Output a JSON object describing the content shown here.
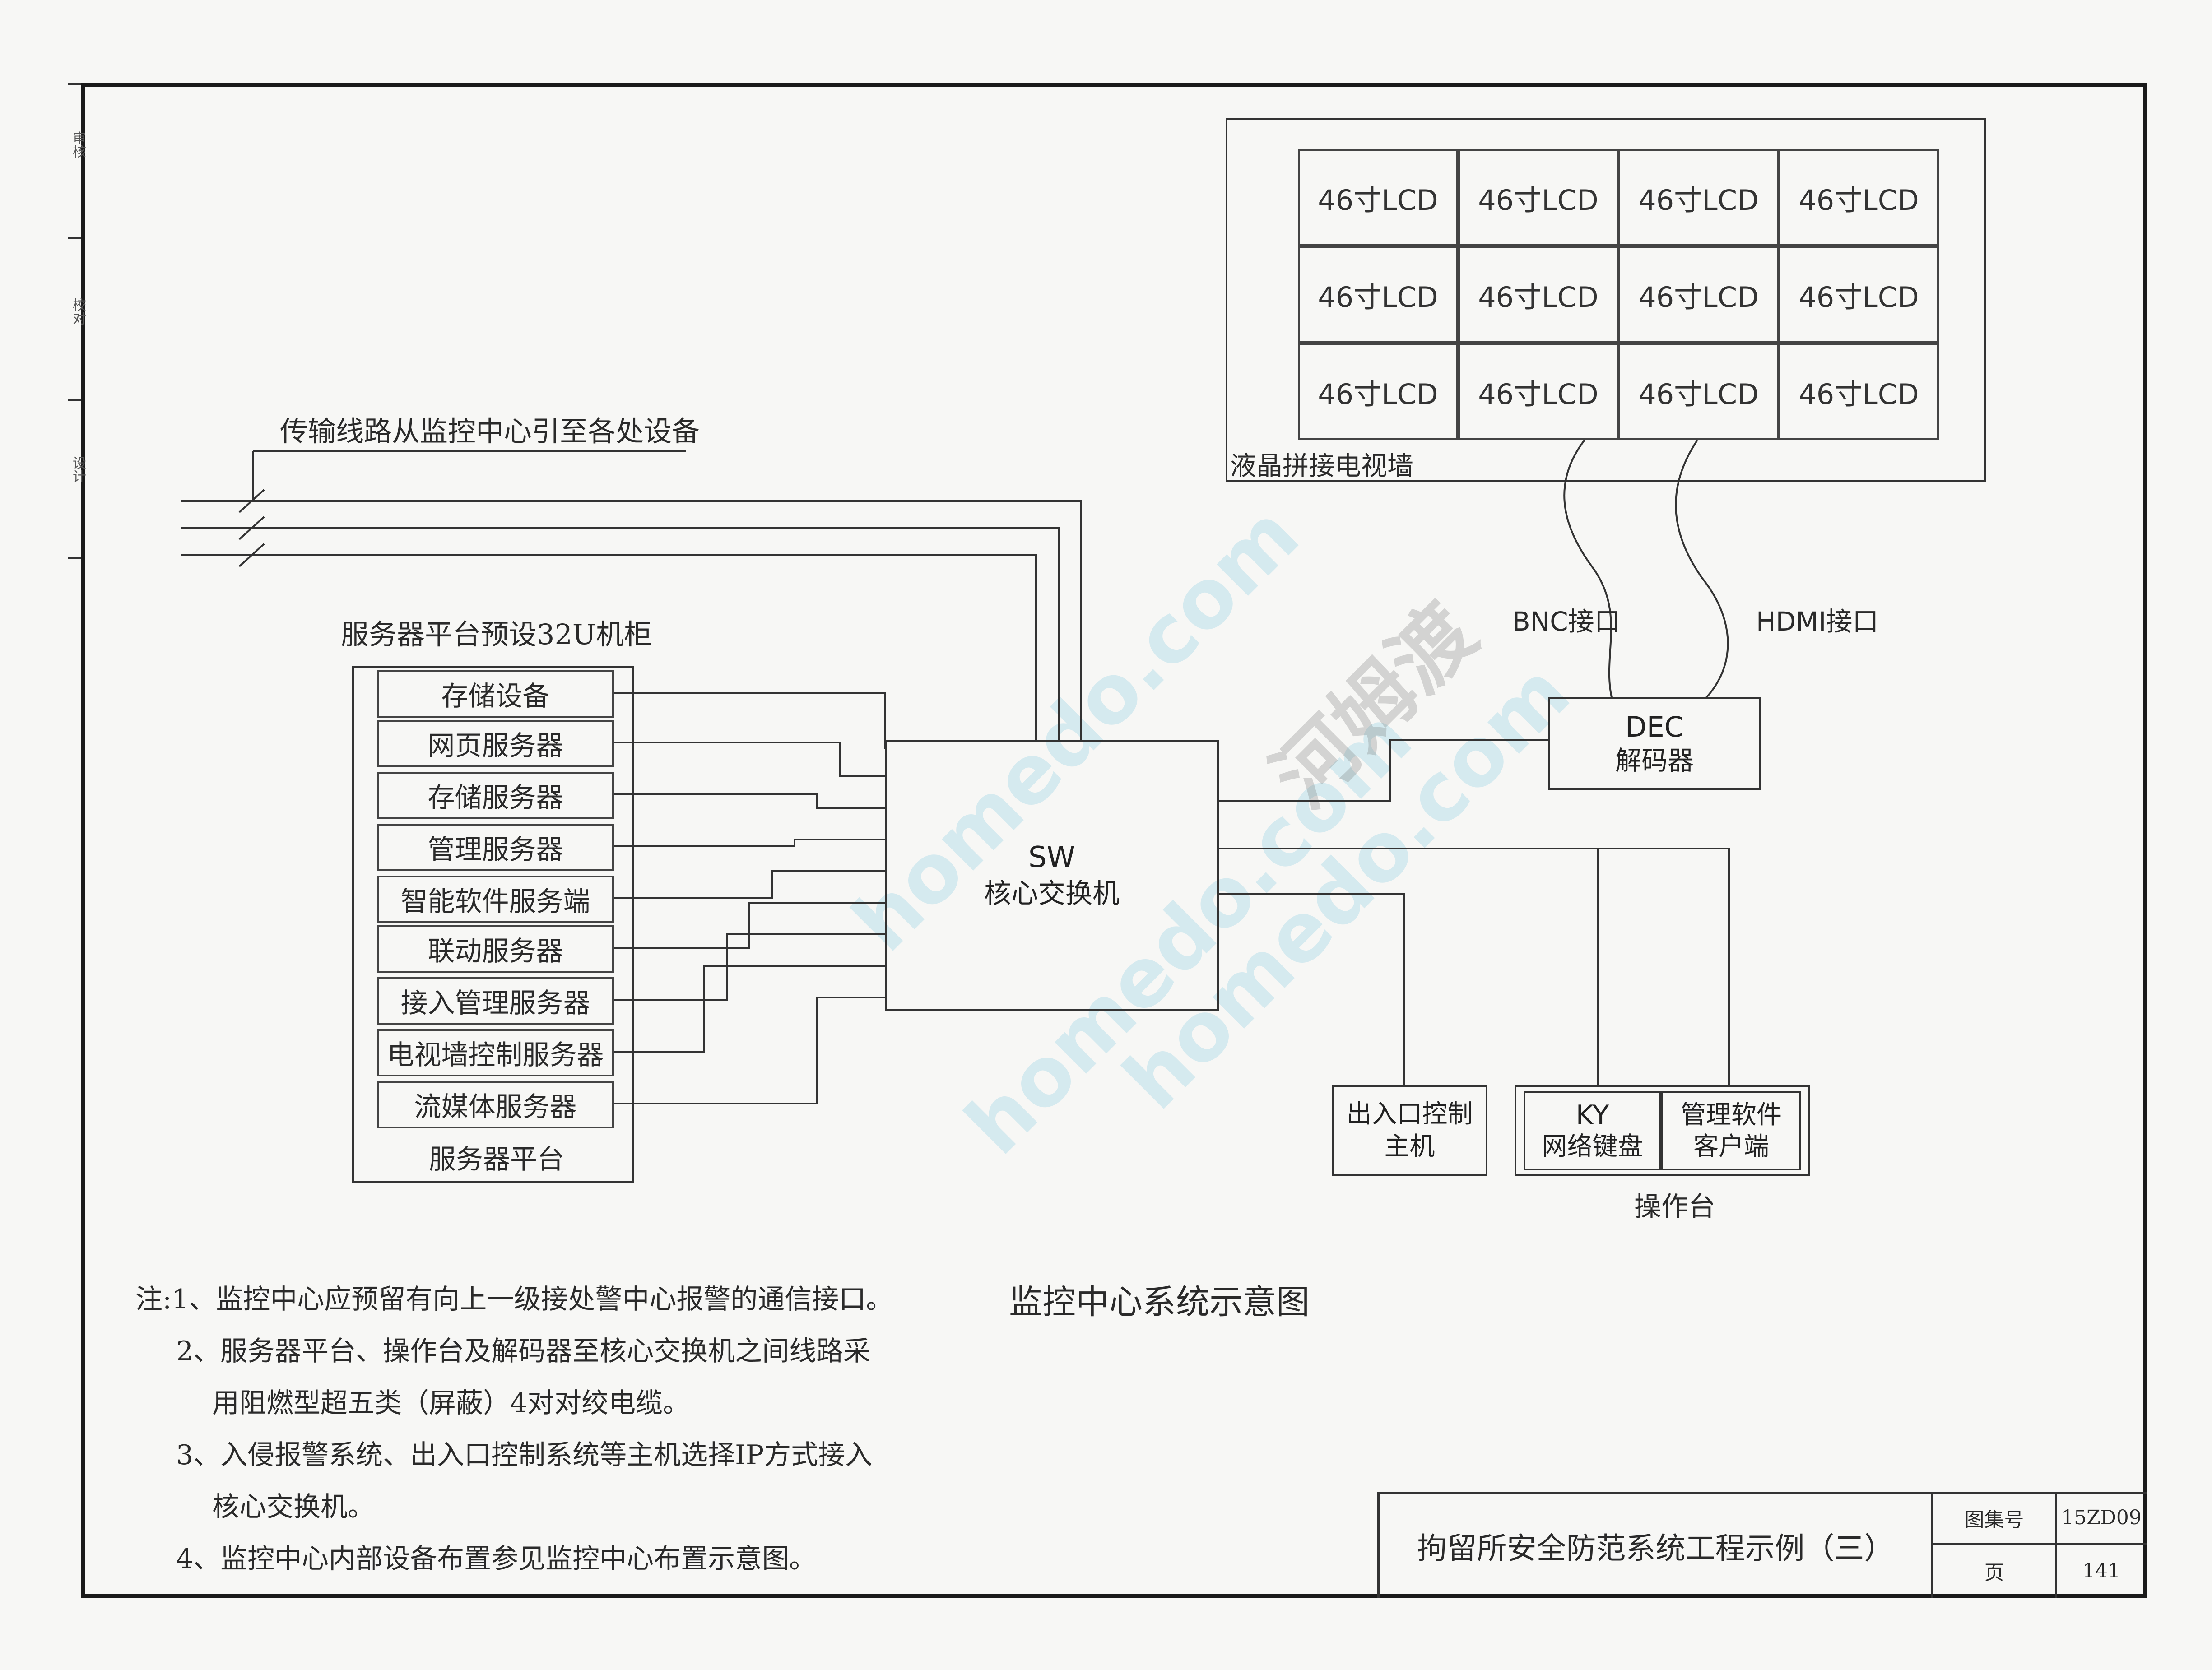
{
  "colors": {
    "line": "#333333",
    "frame": "#1a1a1a",
    "paper": "#f7f7f5",
    "watermark": "#96d2e6"
  },
  "side_margin": [
    "审核",
    "校对",
    "设计"
  ],
  "transmission_label": "传输线路从监控中心引至各处设备",
  "video_wall": {
    "label": "液晶拼接电视墙",
    "cells": [
      "46寸LCD",
      "46寸LCD",
      "46寸LCD",
      "46寸LCD",
      "46寸LCD",
      "46寸LCD",
      "46寸LCD",
      "46寸LCD",
      "46寸LCD",
      "46寸LCD",
      "46寸LCD",
      "46寸LCD"
    ]
  },
  "bnc_label": "BNC接口",
  "hdmi_label": "HDMI接口",
  "decoder": {
    "line1": "DEC",
    "line2": "解码器"
  },
  "switch": {
    "line1": "SW",
    "line2": "核心交换机"
  },
  "cabinet_label": "服务器平台预设32U机柜",
  "servers": {
    "items": [
      "存储设备",
      "网页服务器",
      "存储服务器",
      "管理服务器",
      "智能软件服务端",
      "联动服务器",
      "接入管理服务器",
      "电视墙控制服务器",
      "流媒体服务器"
    ],
    "footer": "服务器平台"
  },
  "access_host": {
    "line1": "出入口控制",
    "line2": "主机"
  },
  "console": {
    "ky_line1": "KY",
    "ky_line2": "网络键盘",
    "mgmt_line1": "管理软件",
    "mgmt_line2": "客户端",
    "label": "操作台"
  },
  "diagram_title": "监控中心系统示意图",
  "notes": [
    "注:1、监控中心应预留有向上一级接处警中心报警的通信接口。",
    "2、服务器平台、操作台及解码器至核心交换机之间线路采",
    "用阻燃型超五类（屏蔽）4对对绞电缆。",
    "3、入侵报警系统、出入口控制系统等主机选择IP方式接入",
    "核心交换机。",
    "4、监控中心内部设备布置参见监控中心布置示意图。"
  ],
  "title_block": {
    "title": "拘留所安全防范系统工程示例（三）",
    "atlas_label": "图集号",
    "atlas_value": "15ZD09",
    "page_label": "页",
    "page_value": "141"
  },
  "watermark_text": [
    "homedo.com",
    "河姆渡"
  ]
}
